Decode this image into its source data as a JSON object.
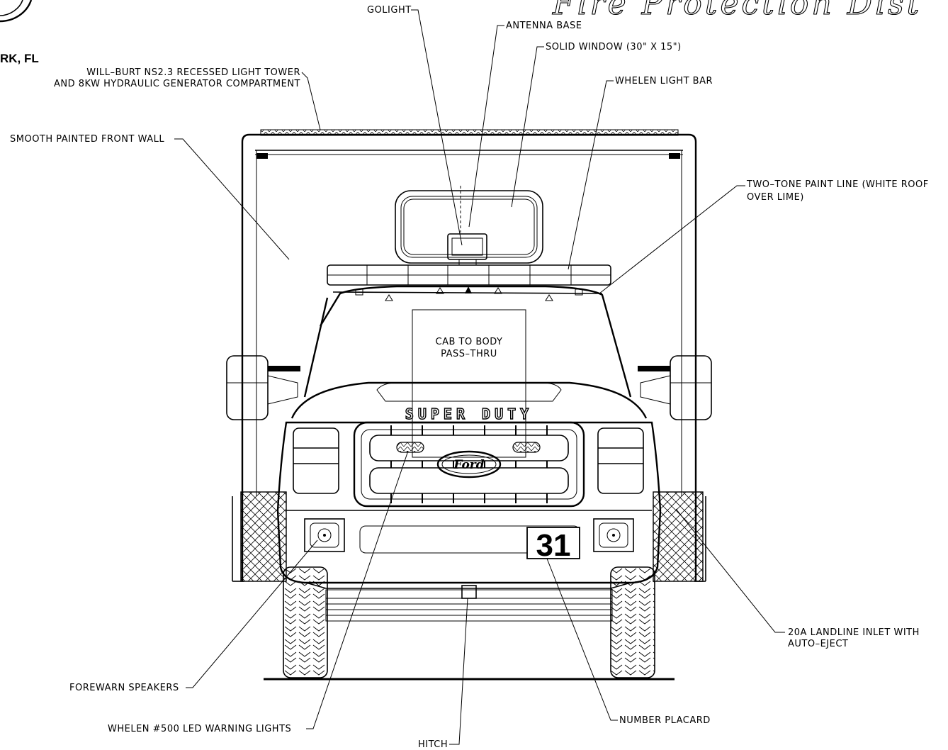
{
  "title": "Fire Protection Dist",
  "location": "RK, FL",
  "cab_label": [
    "CAB TO BODY",
    "PASS–THRU"
  ],
  "grille_text": "SUPER DUTY",
  "badge_text": "Ford",
  "number_placard": "31",
  "callouts": {
    "golight": "GOLIGHT",
    "antenna_base": "ANTENNA BASE",
    "solid_window": "SOLID WINDOW (30\" X 15\")",
    "light_tower_line1": "WILL–BURT NS2.3 RECESSED LIGHT TOWER",
    "light_tower_line2": "AND 8KW HYDRAULIC GENERATOR COMPARTMENT",
    "whelen_light_bar": "WHELEN LIGHT BAR",
    "front_wall": "SMOOTH PAINTED FRONT WALL",
    "paint_line1": "TWO–TONE PAINT LINE (WHITE ROOF",
    "paint_line2": "OVER LIME)",
    "landline1": "20A LANDLINE INLET WITH",
    "landline2": "AUTO–EJECT",
    "forewarn": "FOREWARN SPEAKERS",
    "whelen_500": "WHELEN #500 LED WARNING LIGHTS",
    "number_placard": "NUMBER PLACARD",
    "hitch": "HITCH"
  }
}
